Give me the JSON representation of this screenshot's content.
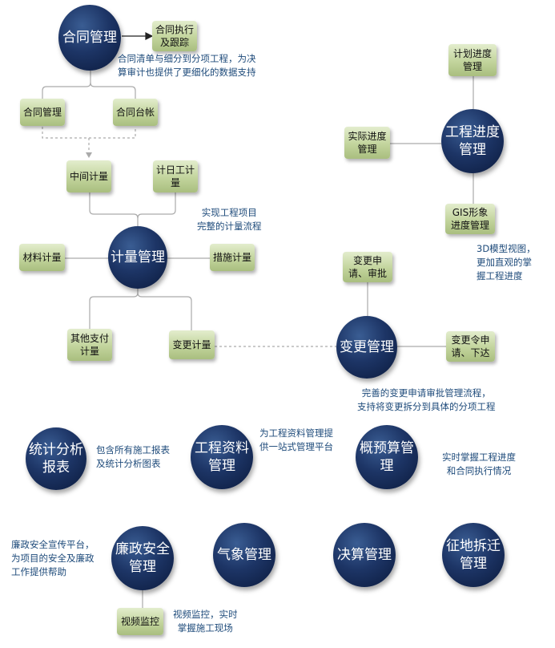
{
  "circles": {
    "contract": "合同管理",
    "schedule": "工程进度\n管理",
    "measure": "计量管理",
    "change": "变更管理",
    "stats": "统计分析\n报表",
    "docs": "工程资料\n管理",
    "budget": "概预算管\n理",
    "safety": "廉政安全\n管理",
    "weather": "气象管理",
    "settlement": "决算管理",
    "land": "征地拆迁\n管理"
  },
  "boxes": {
    "contract_exec": "合同执行\n及跟踪",
    "contract_mgmt": "合同管理",
    "contract_ledger": "合同台帐",
    "interim": "中间计量",
    "daywork": "计日工计\n量",
    "material": "材料计量",
    "measures": "措施计量",
    "other_pay": "其他支付\n计量",
    "change_measure": "变更计量",
    "plan_progress": "计划进度\n管理",
    "actual_progress": "实际进度\n管理",
    "gis_progress": "GIS形象\n进度管理",
    "change_apply": "变更申\n请、审批",
    "change_order": "变更令申\n请、下达",
    "video": "视频监控"
  },
  "notes": {
    "contract": "合同清单与细分到分项工程，为决\n算审计也提供了更细化的数据支持",
    "measure": "实现工程项目\n完整的计量流程",
    "schedule": "3D模型视图，\n更加直观的掌\n握工程进度",
    "change": "完善的变更申请审批管理流程，\n支持将变更拆分到具体的分项工程",
    "stats": "包含所有施工报表\n及统计分析图表",
    "docs": "为工程资料管理提\n供一站式管理平台",
    "budget": "实时掌握工程进度\n和合同执行情况",
    "safety": "廉政安全宣传平台，\n为项目的安全及廉政\n工作提供帮助",
    "video": "视频监控，实时\n掌握施工现场"
  },
  "colors": {
    "circle_dark": "#0b1a3c",
    "circle_light": "#3a5d93",
    "box_light": "#e3edcd",
    "box_dark": "#a9be7f",
    "note_text": "#1d4a7a",
    "connector": "#aaaaaa"
  }
}
